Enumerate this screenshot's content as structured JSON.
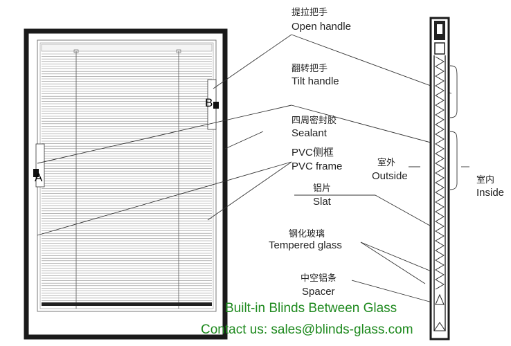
{
  "labels": {
    "open_handle": {
      "zh": "提拉把手",
      "en": "Open handle"
    },
    "tilt_handle": {
      "zh": "翻转把手",
      "en": "Tilt handle"
    },
    "sealant": {
      "zh": "四周密封胶",
      "en": "Sealant"
    },
    "pvc_frame": {
      "zh": "PVC侧框",
      "en": "PVC frame"
    },
    "outside": {
      "zh": "室外",
      "en": "Outside"
    },
    "inside": {
      "zh": "室内",
      "en": "Inside"
    },
    "slat": {
      "zh": "铝片",
      "en": "Slat"
    },
    "tempered_glass": {
      "zh": "钢化玻璃",
      "en": "Tempered glass"
    },
    "spacer": {
      "zh": "中空铝条",
      "en": "Spacer"
    }
  },
  "markers": {
    "a": "A",
    "b": "B"
  },
  "footer": {
    "title": "Built-in Blinds Between Glass",
    "contact": "Contact us:  sales@blinds-glass.com"
  },
  "colors": {
    "footer_text": "#1f8a1f",
    "frame": "#1a1a1a",
    "lines": "#333333"
  }
}
